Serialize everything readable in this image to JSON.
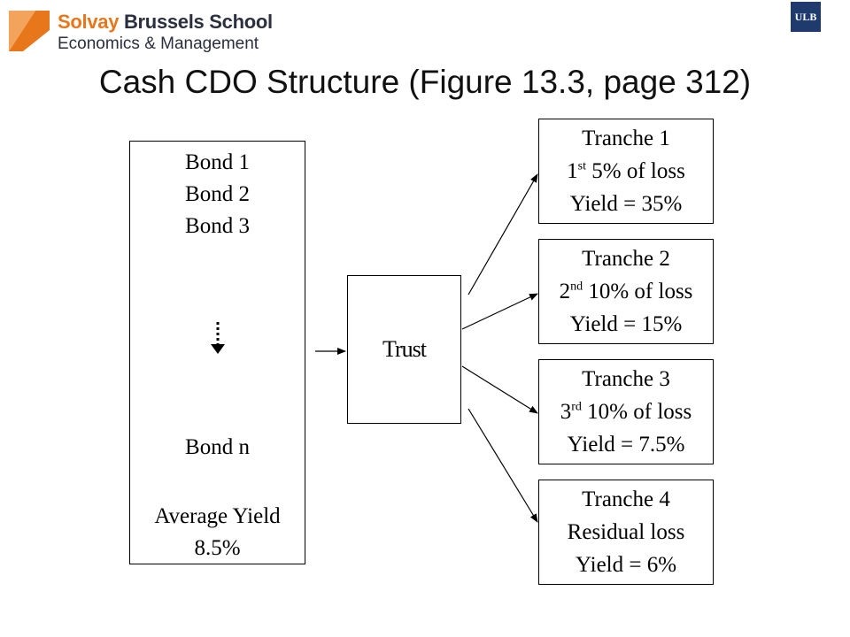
{
  "header": {
    "logo_brand": "Solvay",
    "logo_school": "Brussels School",
    "logo_subtitle": "Economics & Management",
    "ulb_badge": "ULB"
  },
  "title": "Cash CDO Structure (Figure 13.3, page 312)",
  "bonds": {
    "lines": [
      "Bond 1",
      "Bond 2",
      "Bond 3",
      "Bond n",
      "Average Yield",
      "8.5%"
    ]
  },
  "trust": {
    "label": "Trust"
  },
  "tranches": [
    {
      "name": "Tranche 1",
      "ordinal": "1",
      "sup": "st",
      "loss": "5% of loss",
      "yield": "Yield = 35%"
    },
    {
      "name": "Tranche 2",
      "ordinal": "2",
      "sup": "nd",
      "loss": "10% of loss",
      "yield": "Yield = 15%"
    },
    {
      "name": "Tranche 3",
      "ordinal": "3",
      "sup": "rd",
      "loss": "10% of loss",
      "yield": "Yield = 7.5%"
    },
    {
      "name": "Tranche 4",
      "loss_full": "Residual loss",
      "yield": "Yield = 6%"
    }
  ],
  "colors": {
    "brand_orange": "#e8771c",
    "brand_navy": "#2b2f3e",
    "ulb_blue": "#1f3b6e"
  }
}
